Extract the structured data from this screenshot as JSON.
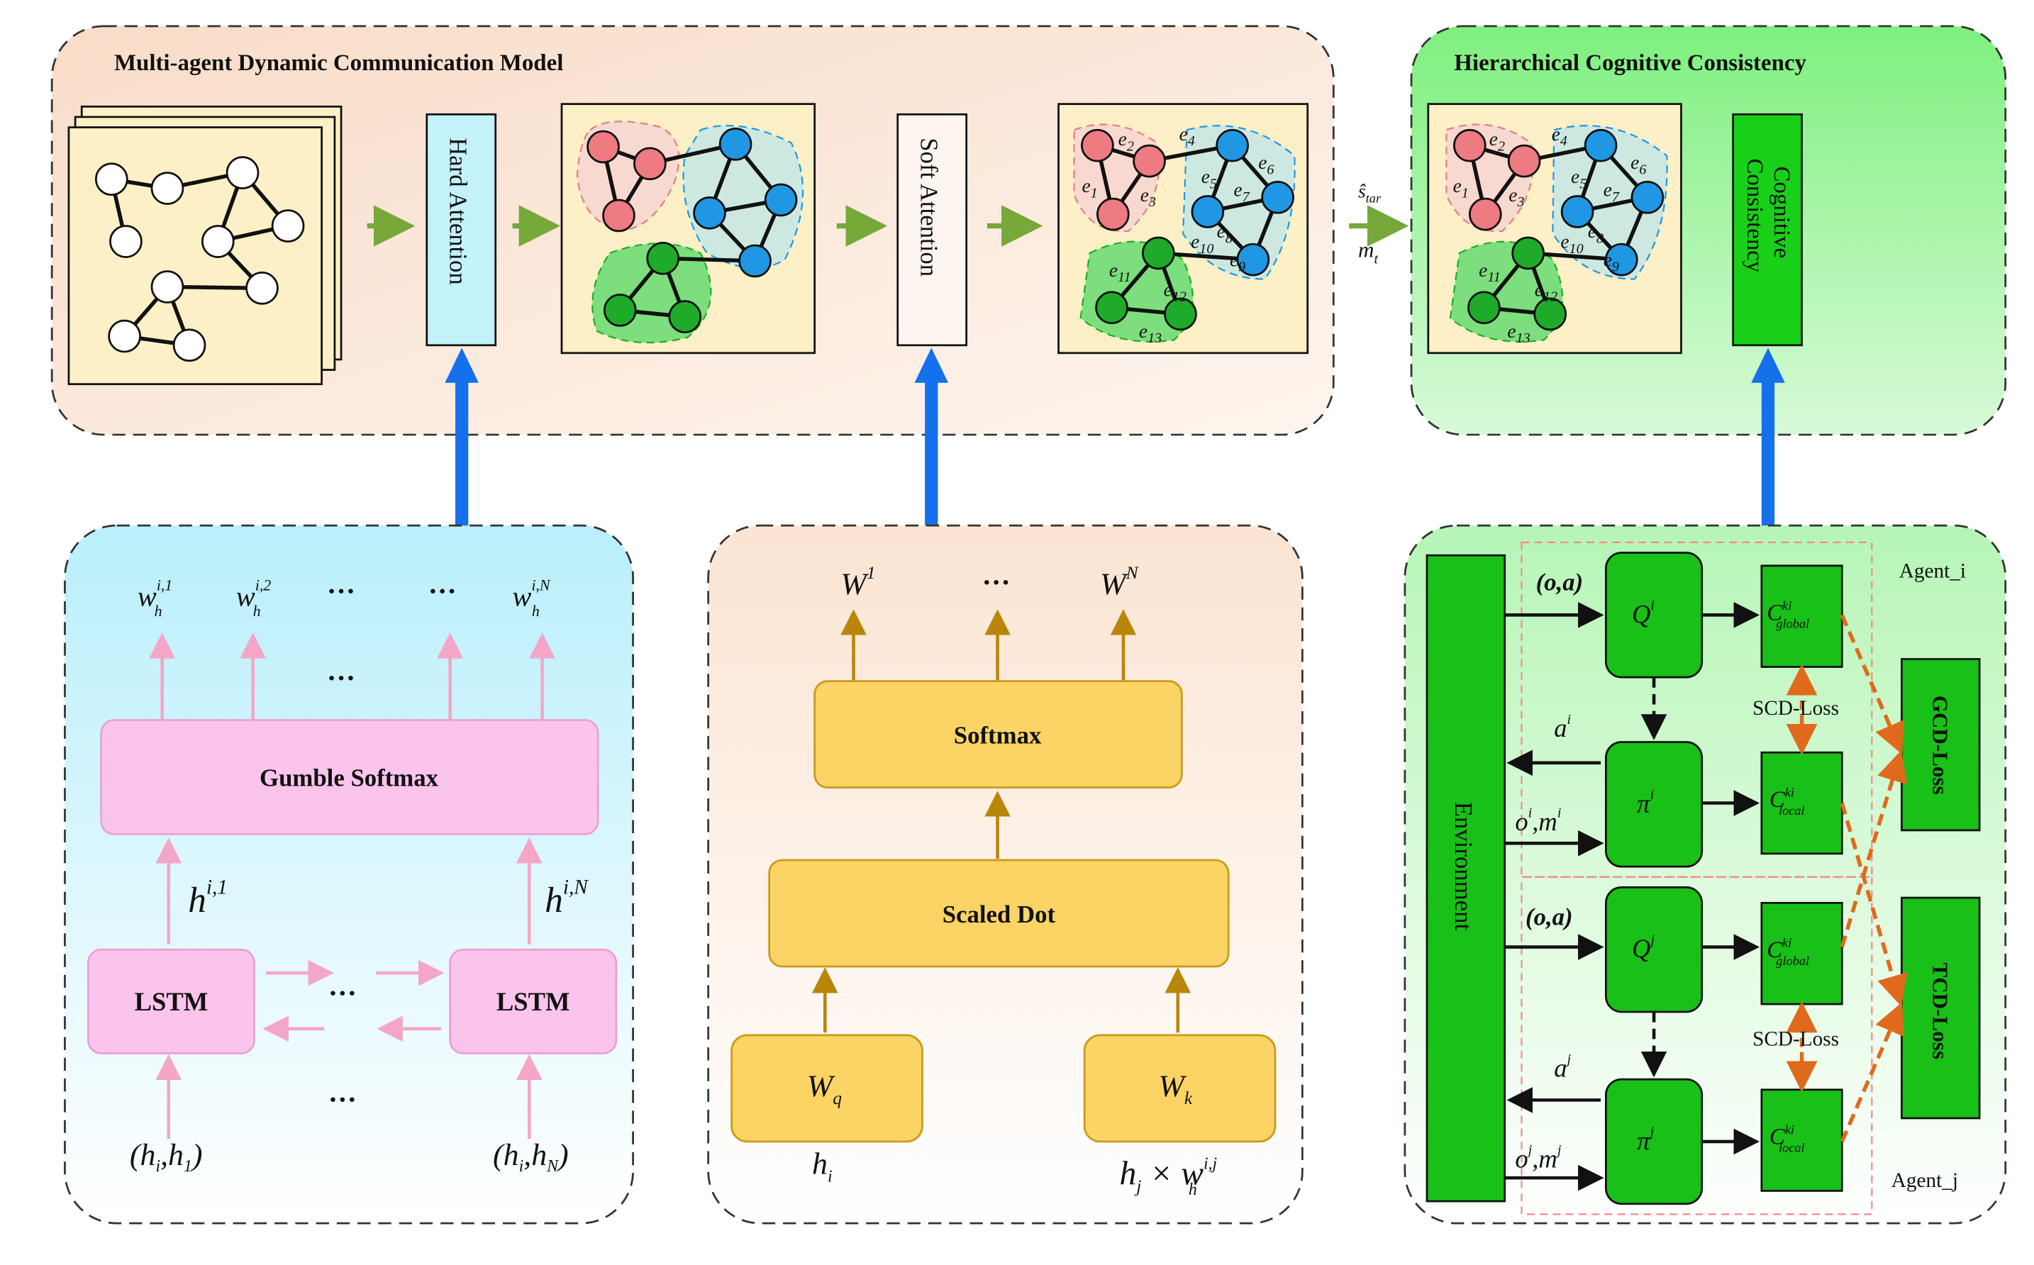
{
  "panels": {
    "comm_model": {
      "title": "Multi-agent Dynamic Communication Model"
    },
    "hier": {
      "title": "Hierarchical Cognitive Consistency"
    }
  },
  "comm": {
    "hard_attention": "Hard Attention",
    "soft_attention": "Soft Attention",
    "mid_labels": {
      "s_base": "ŝ",
      "s_sub": "tar",
      "m_base": "m",
      "m_sub": "t"
    },
    "cognitive_consistency": [
      "Cognitive",
      "Consistency"
    ]
  },
  "gumble": {
    "outputs": [
      {
        "base": "w",
        "sub": "h",
        "sup": "i,1"
      },
      {
        "base": "w",
        "sub": "h",
        "sup": "i,2"
      },
      {
        "base": "w",
        "sub": "h",
        "sup": "i,N"
      }
    ],
    "ellipsis": "···",
    "softmax": "Gumble Softmax",
    "lstm": "LSTM",
    "hidden": [
      {
        "base": "h",
        "sup": "i,1"
      },
      {
        "base": "h",
        "sup": "i,N"
      }
    ],
    "inputs": [
      {
        "open": "(h",
        "s1": "i",
        "mid": ",h",
        "s2": "1",
        "close": ")"
      },
      {
        "open": "(h",
        "s1": "i",
        "mid": ",h",
        "s2": "N",
        "close": ")"
      }
    ]
  },
  "scaled": {
    "outputs": [
      {
        "base": "W",
        "sup": "1"
      },
      {
        "base": "W",
        "sup": "N"
      }
    ],
    "softmax": "Softmax",
    "scaled_dot": "Scaled Dot",
    "wq": {
      "base": "W",
      "sub": "q"
    },
    "wk": {
      "base": "W",
      "sub": "k"
    },
    "hi": {
      "base": "h",
      "sub": "i"
    },
    "hj": {
      "base": "h",
      "sub": "j",
      "op": " × w",
      "sub2": "h",
      "sup2": "i,j"
    }
  },
  "rl": {
    "environment": "Environment",
    "agent_i": "Agent_i",
    "agent_j": "Agent_j",
    "oa": "(o,a)",
    "q_i": {
      "base": "Q",
      "sup": "i"
    },
    "q_j": {
      "base": "Q",
      "sup": "j"
    },
    "pi_i": {
      "base": "π",
      "sup": "i"
    },
    "pi_j": {
      "base": "π",
      "sup": "j"
    },
    "a_i": {
      "base": "a",
      "sup": "i"
    },
    "a_j": {
      "base": "a",
      "sup": "j"
    },
    "om_i": {
      "o": "o",
      "m": ",m",
      "sup": "i"
    },
    "om_j": {
      "o": "o",
      "m": ",m",
      "sup": "j"
    },
    "c_global": {
      "base": "C",
      "sup": "ki",
      "sub": "global"
    },
    "c_local": {
      "base": "C",
      "sup": "ki",
      "sub": "local"
    },
    "scd_loss": "SCD-Loss",
    "gcd_loss": "GCD-Loss",
    "tcd_loss": "TCD-Loss"
  },
  "colors": {
    "red_node": "#ee7a82",
    "blue_node": "#1f97e3",
    "green_node": "#1fab2a",
    "panel_peach": "#fbe6d8",
    "panel_green": "#8ff08f",
    "panel_cyan": "#c6f3fb",
    "pink_box": "#fbc4ec",
    "yellow_box": "#fbd465",
    "green_box": "#18d018",
    "arrow_blue": "#1570ec",
    "arrow_orange": "#e06a1c"
  }
}
